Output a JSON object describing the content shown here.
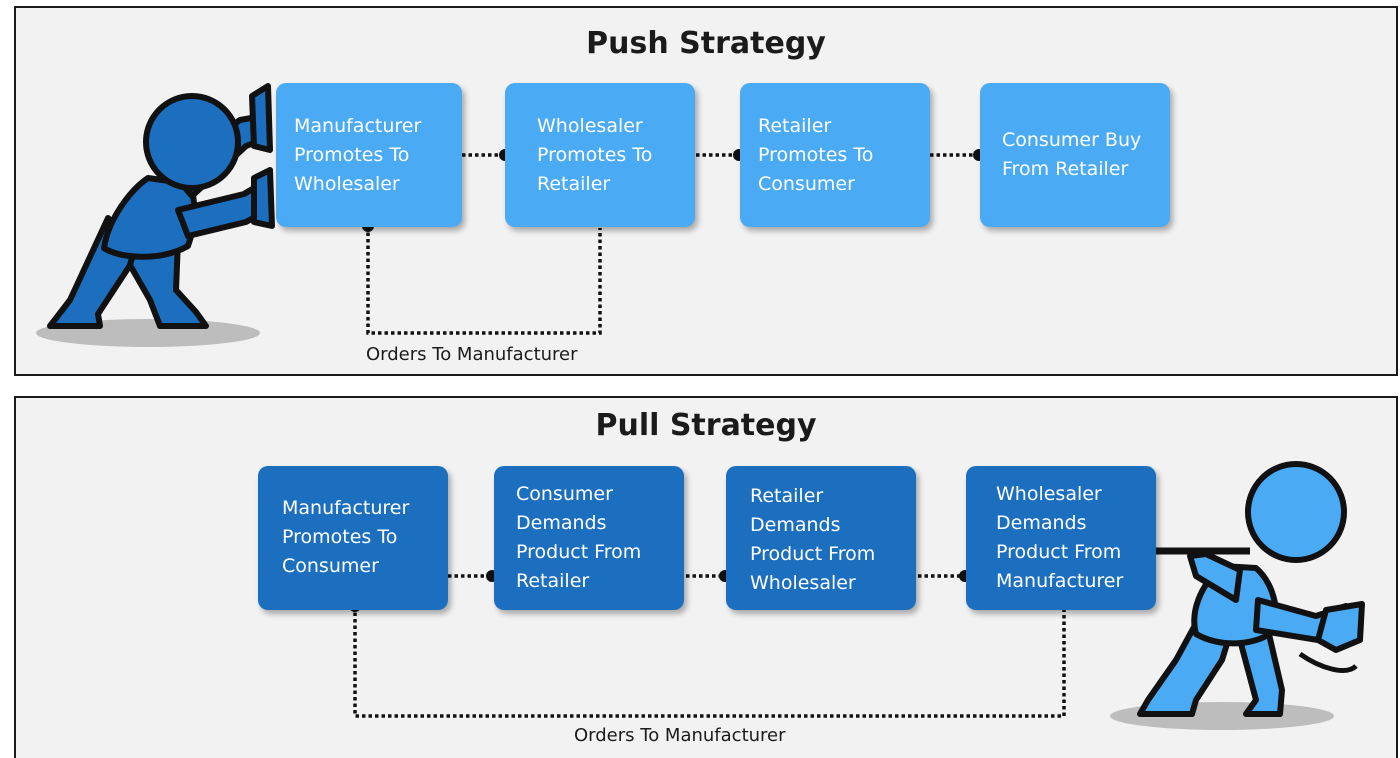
{
  "push": {
    "title": "Push Strategy",
    "steps": [
      "Manufacturer\nPromotes To\nWholesaler",
      "Wholesaler\nPromotes To\nRetailer",
      "Retailer\nPromotes To\nConsumer",
      "Consumer Buy\nFrom Retailer"
    ],
    "loop_label": "Orders To Manufacturer",
    "step_color": "#4aaaf4",
    "figure": "person-pushing-icon"
  },
  "pull": {
    "title": "Pull Strategy",
    "steps": [
      "Manufacturer\nPromotes To\nConsumer",
      "Consumer\nDemands\nProduct From\nRetailer",
      "Retailer\nDemands\nProduct From\nWholesaler",
      "Wholesaler\nDemands\nProduct From\nManufacturer"
    ],
    "loop_label": "Orders To Manufacturer",
    "step_color": "#1c6fbf",
    "figure": "person-pulling-icon"
  }
}
